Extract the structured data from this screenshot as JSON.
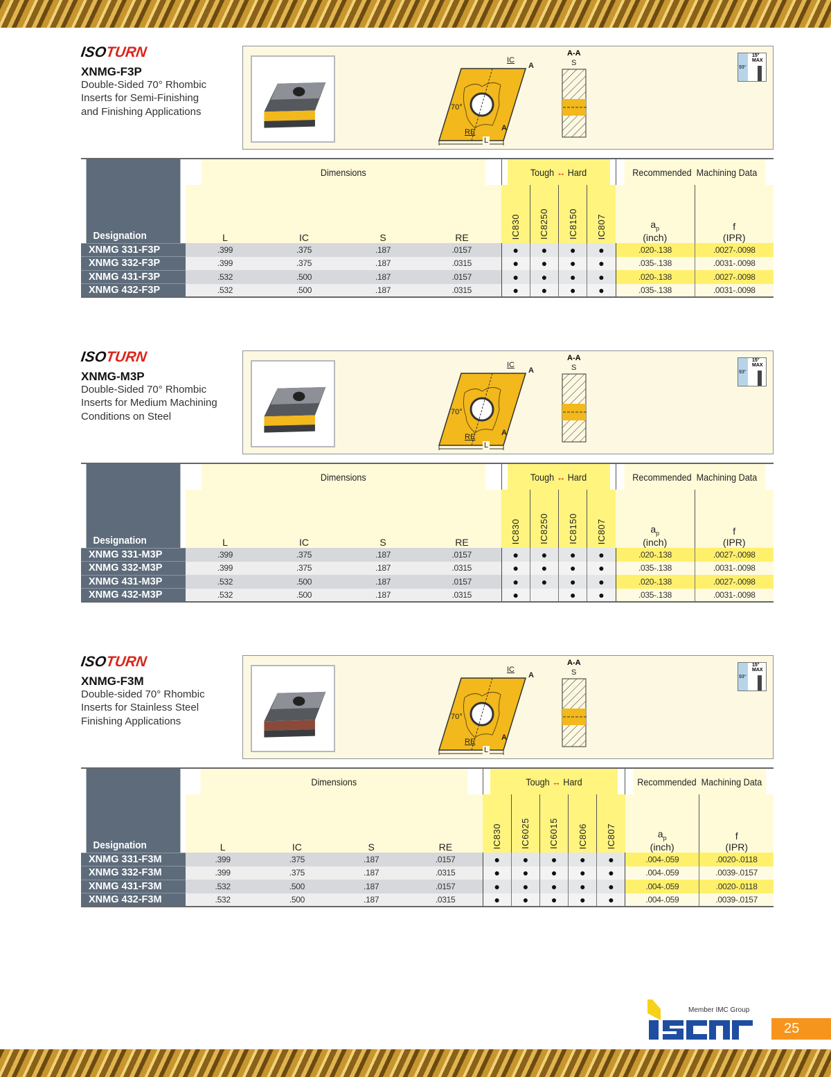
{
  "page_number": "25",
  "brand": {
    "logo_text": "iscar",
    "tagline": "Member IMC Group",
    "colors": {
      "blue": "#1f4ea1",
      "yellow": "#f7d117",
      "orange": "#f7941d"
    }
  },
  "sections": [
    {
      "logo": {
        "iso": "ISO",
        "turn": "TURN"
      },
      "name": "XNMG-F3P",
      "description": [
        "Double-Sided 70° Rhombic",
        "Inserts for Semi-Finishing",
        "and Finishing Applications"
      ],
      "figure": {
        "section_label": "A-A",
        "labels": {
          "ic": "IC",
          "a": "A",
          "s": "S",
          "angle": "70°",
          "re": "RE",
          "l": "L"
        },
        "app_icon": {
          "max": "15° MAX",
          "angle": "93°"
        },
        "chipbreaker_band_color": "#f2b81c"
      },
      "table": {
        "designation_header": "Designation",
        "dimensions_header": "Dimensions",
        "grades_header": {
          "left": "Tough",
          "right": "Hard",
          "arrow": "↔"
        },
        "rec_header": "Recommended  Machining Data",
        "dim_cols": [
          "L",
          "IC",
          "S",
          "RE"
        ],
        "grades": [
          "IC830",
          "IC8250",
          "IC8150",
          "IC807"
        ],
        "ap_header": {
          "sym": "a",
          "sub": "p",
          "unit": "(inch)"
        },
        "f_header": {
          "sym": "f",
          "unit": "(IPR)"
        },
        "rows": [
          {
            "designation": "XNMG 331-F3P",
            "dims": [
              ".399",
              ".375",
              ".187",
              ".0157"
            ],
            "grades": [
              "●",
              "●",
              "●",
              "●"
            ],
            "ap": ".020-.138",
            "f": ".0027-.0098"
          },
          {
            "designation": "XNMG 332-F3P",
            "dims": [
              ".399",
              ".375",
              ".187",
              ".0315"
            ],
            "grades": [
              "●",
              "●",
              "●",
              "●"
            ],
            "ap": ".035-.138",
            "f": ".0031-.0098"
          },
          {
            "designation": "XNMG 431-F3P",
            "dims": [
              ".532",
              ".500",
              ".187",
              ".0157"
            ],
            "grades": [
              "●",
              "●",
              "●",
              "●"
            ],
            "ap": ".020-.138",
            "f": ".0027-.0098"
          },
          {
            "designation": "XNMG 432-F3P",
            "dims": [
              ".532",
              ".500",
              ".187",
              ".0315"
            ],
            "grades": [
              "●",
              "●",
              "●",
              "●"
            ],
            "ap": ".035-.138",
            "f": ".0031-.0098"
          }
        ]
      }
    },
    {
      "logo": {
        "iso": "ISO",
        "turn": "TURN"
      },
      "name": "XNMG-M3P",
      "description": [
        "Double-Sided 70° Rhombic",
        "Inserts for Medium Machining",
        "Conditions on Steel"
      ],
      "figure": {
        "section_label": "A-A",
        "labels": {
          "ic": "IC",
          "a": "A",
          "s": "S",
          "angle": "70°",
          "re": "RE",
          "l": "L"
        },
        "app_icon": {
          "max": "15° MAX",
          "angle": "93°"
        },
        "chipbreaker_band_color": "#f2b81c"
      },
      "table": {
        "designation_header": "Designation",
        "dimensions_header": "Dimensions",
        "grades_header": {
          "left": "Tough",
          "right": "Hard",
          "arrow": "↔"
        },
        "rec_header": "Recommended  Machining Data",
        "dim_cols": [
          "L",
          "IC",
          "S",
          "RE"
        ],
        "grades": [
          "IC830",
          "IC8250",
          "IC8150",
          "IC807"
        ],
        "ap_header": {
          "sym": "a",
          "sub": "p",
          "unit": "(inch)"
        },
        "f_header": {
          "sym": "f",
          "unit": "(IPR)"
        },
        "rows": [
          {
            "designation": "XNMG 331-M3P",
            "dims": [
              ".399",
              ".375",
              ".187",
              ".0157"
            ],
            "grades": [
              "●",
              "●",
              "●",
              "●"
            ],
            "ap": ".020-.138",
            "f": ".0027-.0098"
          },
          {
            "designation": "XNMG 332-M3P",
            "dims": [
              ".399",
              ".375",
              ".187",
              ".0315"
            ],
            "grades": [
              "●",
              "●",
              "●",
              "●"
            ],
            "ap": ".035-.138",
            "f": ".0031-.0098"
          },
          {
            "designation": "XNMG 431-M3P",
            "dims": [
              ".532",
              ".500",
              ".187",
              ".0157"
            ],
            "grades": [
              "●",
              "●",
              "●",
              "●"
            ],
            "ap": ".020-.138",
            "f": ".0027-.0098"
          },
          {
            "designation": "XNMG 432-M3P",
            "dims": [
              ".532",
              ".500",
              ".187",
              ".0315"
            ],
            "grades": [
              "●",
              "",
              "●",
              "●"
            ],
            "ap": ".035-.138",
            "f": ".0031-.0098"
          }
        ]
      }
    },
    {
      "logo": {
        "iso": "ISO",
        "turn": "TURN"
      },
      "name": "XNMG-F3M",
      "description": [
        "Double-sided 70° Rhombic",
        "Inserts for Stainless Steel",
        "Finishing Applications"
      ],
      "figure": {
        "section_label": "A-A",
        "labels": {
          "ic": "IC",
          "a": "A",
          "s": "S",
          "angle": "70°",
          "re": "RE",
          "l": "L"
        },
        "app_icon": {
          "max": "15° MAX",
          "angle": "93°"
        },
        "chipbreaker_band_color": "#8a4a3a"
      },
      "table": {
        "designation_header": "Designation",
        "dimensions_header": "Dimensions",
        "grades_header": {
          "left": "Tough",
          "right": "Hard",
          "arrow": "↔"
        },
        "rec_header": "Recommended  Machining Data",
        "dim_cols": [
          "L",
          "IC",
          "S",
          "RE"
        ],
        "grades": [
          "IC830",
          "IC6025",
          "IC6015",
          "IC806",
          "IC807"
        ],
        "ap_header": {
          "sym": "a",
          "sub": "p",
          "unit": "(inch)"
        },
        "f_header": {
          "sym": "f",
          "unit": "(IPR)"
        },
        "rows": [
          {
            "designation": "XNMG 331-F3M",
            "dims": [
              ".399",
              ".375",
              ".187",
              ".0157"
            ],
            "grades": [
              "●",
              "●",
              "●",
              "●",
              "●"
            ],
            "ap": ".004-.059",
            "f": ".0020-.0118"
          },
          {
            "designation": "XNMG 332-F3M",
            "dims": [
              ".399",
              ".375",
              ".187",
              ".0315"
            ],
            "grades": [
              "●",
              "●",
              "●",
              "●",
              "●"
            ],
            "ap": ".004-.059",
            "f": ".0039-.0157"
          },
          {
            "designation": "XNMG 431-F3M",
            "dims": [
              ".532",
              ".500",
              ".187",
              ".0157"
            ],
            "grades": [
              "●",
              "●",
              "●",
              "●",
              "●"
            ],
            "ap": ".004-.059",
            "f": ".0020-.0118"
          },
          {
            "designation": "XNMG 432-F3M",
            "dims": [
              ".532",
              ".500",
              ".187",
              ".0315"
            ],
            "grades": [
              "●",
              "●",
              "●",
              "●",
              "●"
            ],
            "ap": ".004-.059",
            "f": ".0039-.0157"
          }
        ]
      }
    }
  ]
}
